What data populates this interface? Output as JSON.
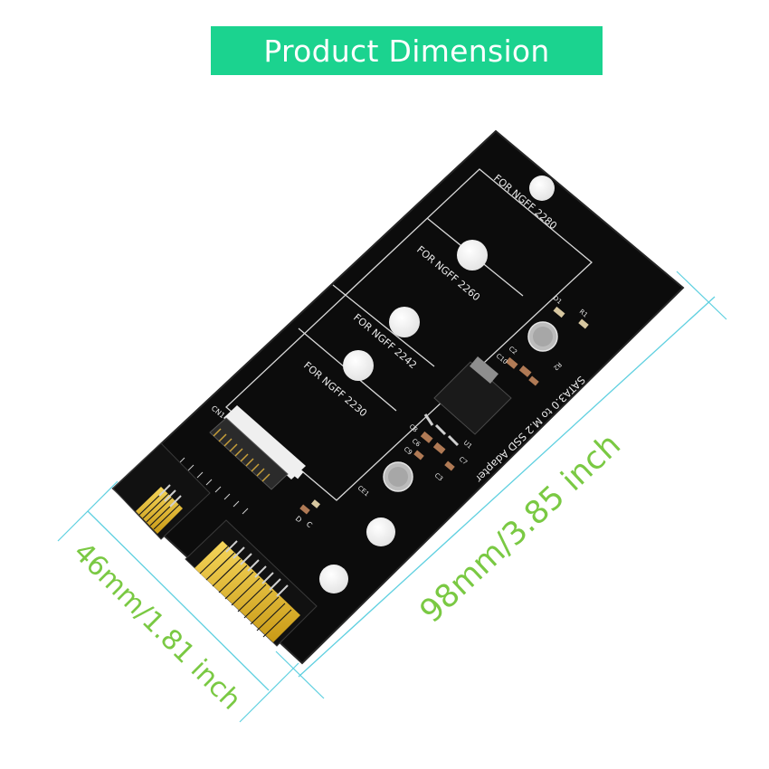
{
  "header": {
    "title": "Product Dimension"
  },
  "board": {
    "slot_labels": [
      "FOR NGFF 2280",
      "FOR NGFF 2260",
      "FOR NGFF 2242",
      "FOR NGFF 2230"
    ],
    "product_name": "SATA3.0 to M.2 SSD Adapter",
    "connector_label": "CN1",
    "components": {
      "d1": "D1",
      "r1": "R1",
      "r2": "R2",
      "c2": "C2",
      "c10": "C10",
      "u1": "U1",
      "c7": "C7",
      "c8": "C8",
      "c6": "C6",
      "c9": "C9",
      "c3": "C3",
      "ce1": "CE1",
      "led_d": "D",
      "led_c": "C"
    }
  },
  "dimensions": {
    "width_label": "46mm/1.81 inch",
    "length_label": "98mm/3.85 inch"
  },
  "colors": {
    "banner": "#1bd38f",
    "dimension_line": "#5fd0e0",
    "dimension_text": "#7ac943",
    "pcb": "#0c0c0c",
    "gold_pins": "#e9c13a"
  }
}
